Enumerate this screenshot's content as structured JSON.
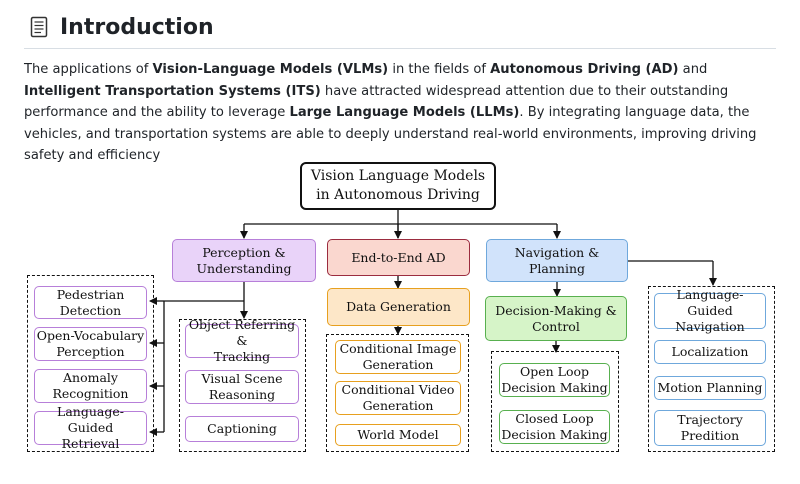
{
  "header": {
    "title": "Introduction",
    "icon": "document-icon"
  },
  "intro": {
    "p1": "The applications of ",
    "b1": "Vision-Language Models (VLMs)",
    "p2": " in the fields of ",
    "b2": "Autonomous Driving (AD)",
    "p3": " and ",
    "b3": "Intelligent Transportation Systems (ITS)",
    "p4": " have attracted widespread attention due to their outstanding performance and the ability to leverage ",
    "b4": "Large Language Models (LLMs)",
    "p5": ". By integrating language data, the vehicles, and transportation systems are able to deeply understand real-world environments, improving driving safety and efficiency"
  },
  "diagram": {
    "root": {
      "line1": "Vision Language Models",
      "line2": "in Autonomous Driving"
    },
    "perception": {
      "line1": "Perception &",
      "line2": "Understanding"
    },
    "e2e": "End-to-End AD",
    "navplan": "Navigation & Planning",
    "data_generation": "Data Generation",
    "decision": {
      "line1": "Decision-Making &",
      "line2": "Control"
    },
    "perc_left": [
      {
        "line1": "Pedestrian",
        "line2": "Detection"
      },
      {
        "line1": "Open-Vocabulary",
        "line2": "Perception"
      },
      {
        "line1": "Anomaly",
        "line2": "Recognition"
      },
      {
        "line1": "Language-Guided",
        "line2": "Retrieval"
      }
    ],
    "perc_right": [
      {
        "line1": "Object Referring &",
        "line2": "Tracking"
      },
      {
        "line1": "Visual Scene",
        "line2": "Reasoning"
      },
      {
        "line1": "Captioning",
        "line2": ""
      }
    ],
    "datagen": [
      {
        "line1": "Conditional Image",
        "line2": "Generation"
      },
      {
        "line1": "Conditional Video",
        "line2": "Generation"
      },
      {
        "line1": "World Model",
        "line2": ""
      }
    ],
    "decision_items": [
      {
        "line1": "Open Loop",
        "line2": "Decision Making"
      },
      {
        "line1": "Closed Loop",
        "line2": "Decision Making"
      }
    ],
    "nav_items": [
      {
        "line1": "Language-Guided",
        "line2": "Navigation"
      },
      {
        "line1": "Localization",
        "line2": ""
      },
      {
        "line1": "Motion Planning",
        "line2": ""
      },
      {
        "line1": "Trajectory",
        "line2": "Predition"
      }
    ]
  },
  "colors": {
    "perception": "#e9d3f9",
    "e2e": "#fad7cf",
    "navplan": "#d1e3fb",
    "data_generation": "#fde7c8",
    "decision": "#d6f4c8",
    "purple_border": "#b77fd9",
    "red_border": "#9b2c3f",
    "orange_border": "#e7a01f",
    "green_border": "#58b04f",
    "blue_border": "#6fa8dc"
  }
}
